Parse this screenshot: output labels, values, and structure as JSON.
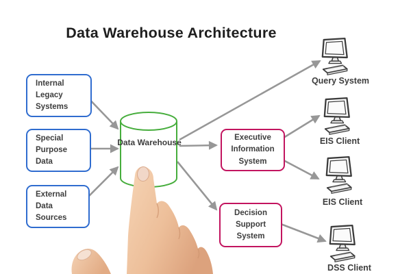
{
  "title": "Data Warehouse Architecture",
  "colors": {
    "source_border": "#2f6ccf",
    "system_border": "#c2145f",
    "warehouse_border": "#46ad3c",
    "arrow": "#979797",
    "text": "#3d3d3d",
    "title_color": "#1e1e1e"
  },
  "warehouse": {
    "lines": [
      "Data",
      "Warehouse"
    ]
  },
  "sources": [
    {
      "lines": [
        "Internal",
        "Legacy",
        "Systems"
      ]
    },
    {
      "lines": [
        "Special",
        "Purpose",
        "Data"
      ]
    },
    {
      "lines": [
        "External",
        "Data",
        "Sources"
      ]
    }
  ],
  "systems": [
    {
      "lines": [
        "Executive",
        "Information",
        "System"
      ]
    },
    {
      "lines": [
        "Decision",
        "Support",
        "System"
      ]
    }
  ],
  "clients": [
    {
      "label": "Query System"
    },
    {
      "label": "EIS Client"
    },
    {
      "label": "EIS Client"
    },
    {
      "label": "DSS Client"
    }
  ],
  "edges": [
    {
      "from": "Internal Legacy Systems",
      "to": "Data Warehouse"
    },
    {
      "from": "Special Purpose Data",
      "to": "Data Warehouse"
    },
    {
      "from": "External Data Sources",
      "to": "Data Warehouse"
    },
    {
      "from": "Data Warehouse",
      "to": "Query System"
    },
    {
      "from": "Data Warehouse",
      "to": "Executive Information System"
    },
    {
      "from": "Data Warehouse",
      "to": "Decision Support System"
    },
    {
      "from": "Executive Information System",
      "to": "EIS Client (top)"
    },
    {
      "from": "Executive Information System",
      "to": "EIS Client (bottom)"
    },
    {
      "from": "Decision Support System",
      "to": "DSS Client"
    }
  ]
}
